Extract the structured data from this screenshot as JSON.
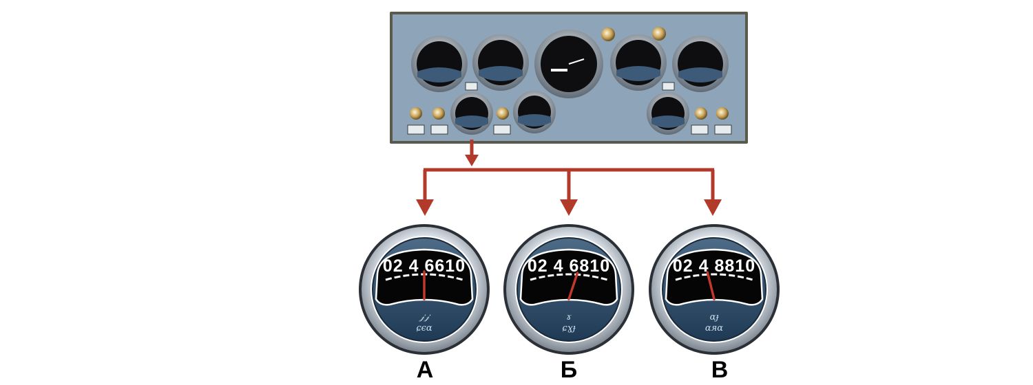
{
  "gauges": [
    {
      "label": "А",
      "scale": "02 4  6610",
      "needle_value": 5.0,
      "signature": [
        "𝒿𝒿",
        "ɕєɑ"
      ]
    },
    {
      "label": "Б",
      "scale": "02 4  6810",
      "needle_value": 7.6,
      "signature": [
        "ɤ",
        "ɕɣɟ"
      ]
    },
    {
      "label": "В",
      "scale": "02 4  8810",
      "needle_value": 3.0,
      "signature": [
        "ɑɟ",
        "ɑяɑ"
      ]
    }
  ],
  "colors": {
    "arrow": "#b23a2a",
    "panel": "#8ea4b8",
    "panel_border": "#5a5a4c",
    "needle": "#c0392b"
  },
  "icons": [
    "dashboard-panel",
    "gauge",
    "red-arrow"
  ]
}
